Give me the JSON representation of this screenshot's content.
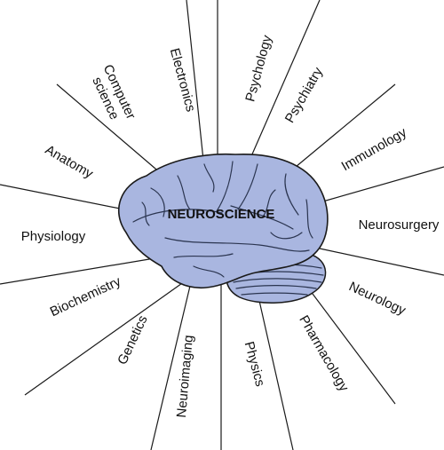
{
  "center_label": "NEUROSCIENCE",
  "colors": {
    "brain_fill": "#a9b6e0",
    "outline": "#1a1a1a"
  },
  "fields": [
    "Electronics",
    "Psychology",
    "Psychiatry",
    "Immunology",
    "Neurosurgery",
    "Neurology",
    "Pharmacology",
    "Physics",
    "Neuroimaging",
    "Genetics",
    "Biochemistry",
    "Physiology",
    "Anatomy",
    [
      "Computer",
      "science"
    ]
  ]
}
